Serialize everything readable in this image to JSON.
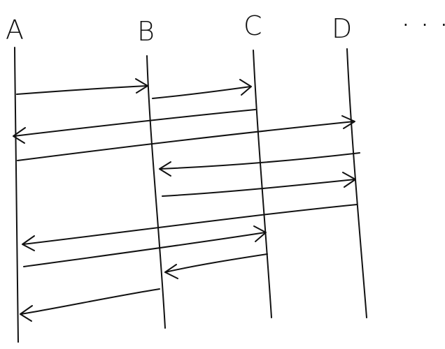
{
  "participants": [
    {
      "id": "A",
      "label": "A"
    },
    {
      "id": "B",
      "label": "B"
    },
    {
      "id": "C",
      "label": "C"
    },
    {
      "id": "D",
      "label": "D"
    }
  ],
  "more_indicator": "· · ·",
  "messages": [
    {
      "from": "A",
      "to": "B"
    },
    {
      "from": "B",
      "to": "C"
    },
    {
      "from": "C",
      "to": "A"
    },
    {
      "from": "A",
      "to": "D"
    },
    {
      "from": "D",
      "to": "B"
    },
    {
      "from": "B",
      "to": "D"
    },
    {
      "from": "D",
      "to": "A"
    },
    {
      "from": "A",
      "to": "C"
    },
    {
      "from": "C",
      "to": "B"
    },
    {
      "from": "B",
      "to": "A"
    }
  ],
  "ink_color": "#111111"
}
